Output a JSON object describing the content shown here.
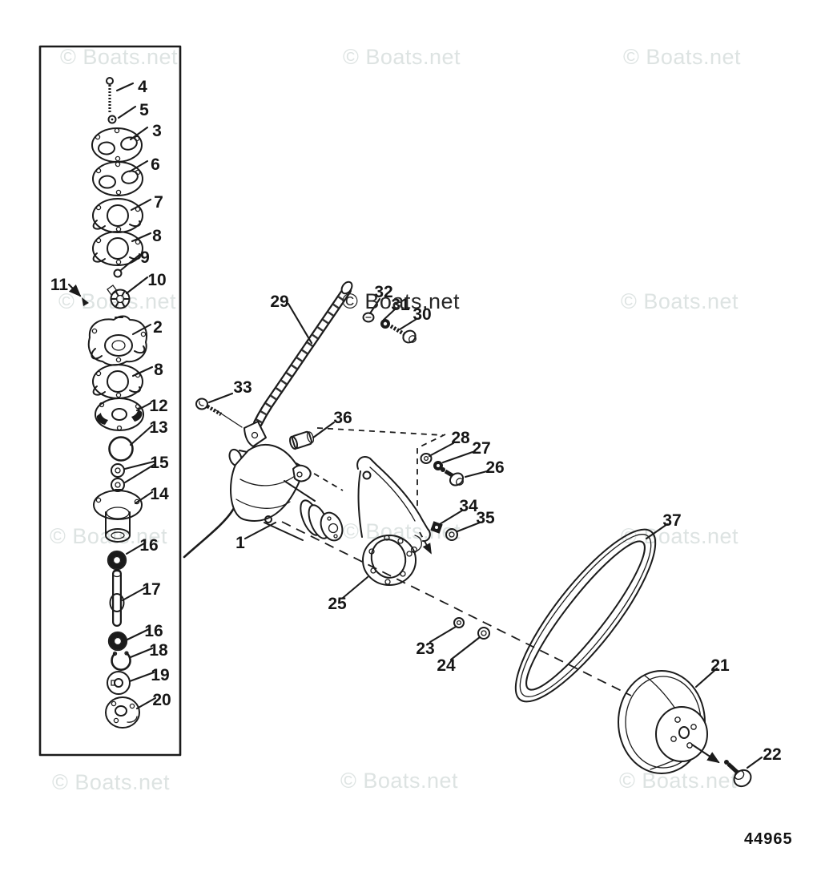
{
  "page": {
    "background_color": "#ffffff",
    "ink_color": "#1b1b1b",
    "drawing_number": "44965"
  },
  "watermark": {
    "text": "© Boats.net",
    "light_color": "#dde3e2",
    "dark_color": "#262626"
  },
  "callouts": [
    {
      "label": "4"
    },
    {
      "label": "5"
    },
    {
      "label": "3"
    },
    {
      "label": "6"
    },
    {
      "label": "7"
    },
    {
      "label": "8"
    },
    {
      "label": "9"
    },
    {
      "label": "10"
    },
    {
      "label": "11"
    },
    {
      "label": "2"
    },
    {
      "label": "8"
    },
    {
      "label": "12"
    },
    {
      "label": "13"
    },
    {
      "label": "15"
    },
    {
      "label": "14"
    },
    {
      "label": "16"
    },
    {
      "label": "17"
    },
    {
      "label": "16"
    },
    {
      "label": "18"
    },
    {
      "label": "19"
    },
    {
      "label": "20"
    },
    {
      "label": "29"
    },
    {
      "label": "32"
    },
    {
      "label": "31"
    },
    {
      "label": "30"
    },
    {
      "label": "33"
    },
    {
      "label": "36"
    },
    {
      "label": "28"
    },
    {
      "label": "27"
    },
    {
      "label": "26"
    },
    {
      "label": "34"
    },
    {
      "label": "35"
    },
    {
      "label": "1"
    },
    {
      "label": "25"
    },
    {
      "label": "23"
    },
    {
      "label": "24"
    },
    {
      "label": "37"
    },
    {
      "label": "21"
    },
    {
      "label": "22"
    }
  ]
}
